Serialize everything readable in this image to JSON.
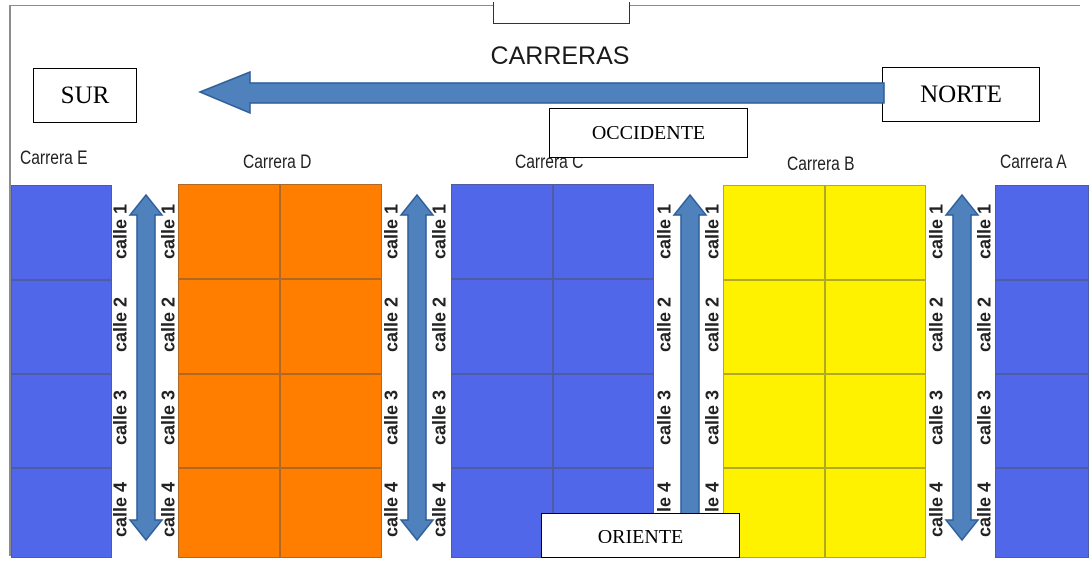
{
  "title": "CARRERAS",
  "directions": {
    "south": "SUR",
    "north": "NORTE",
    "west": "OCCIDENTE",
    "east": "ORIENTE"
  },
  "carreras": [
    "Carrera E",
    "Carrera D",
    "Carrera C",
    "Carrera B",
    "Carrera A"
  ],
  "calles": [
    "calle 1",
    "calle 2",
    "calle 3",
    "calle 4"
  ],
  "colors": {
    "arrow": "#4f81bd",
    "arrow_stroke": "#2f5f9a",
    "blue_block": "#4f67e8",
    "orange_block": "#ff7e00",
    "yellow_block": "#fff200"
  }
}
